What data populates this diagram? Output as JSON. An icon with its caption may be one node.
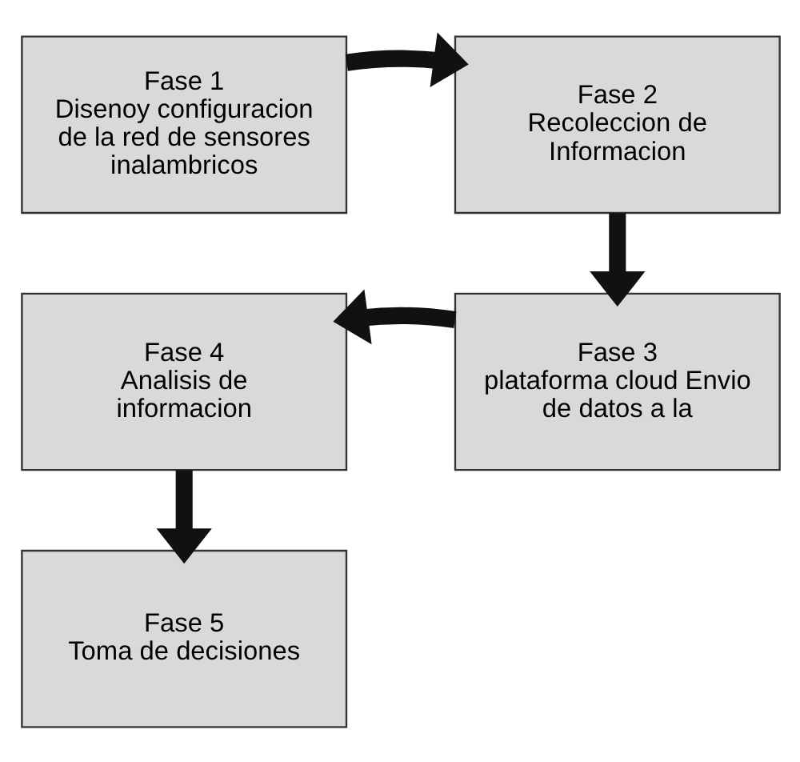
{
  "diagram": {
    "nodes": [
      {
        "text": [
          "Fase 1",
          "Disenoy configuracion de la red de sensores inalambricos"
        ]
      },
      {
        "text": [
          "Fase 2",
          "Recoleccion de Informacion"
        ]
      },
      {
        "text": [
          "Fase 3",
          "plataforma cloud Envio de datos a la"
        ]
      },
      {
        "text": [
          "Fase 4",
          "Analisis de informacion"
        ]
      },
      {
        "text": [
          "Fase 5",
          "Toma de decisiones"
        ]
      }
    ],
    "edges": [
      {
        "from": 0,
        "to": 1,
        "arrow": "to"
      },
      {
        "from": 1,
        "to": 2,
        "arrow": "to"
      },
      {
        "from": 2,
        "to": 3,
        "arrow": "to"
      },
      {
        "from": 3,
        "to": 4,
        "arrow": "to"
      }
    ]
  }
}
